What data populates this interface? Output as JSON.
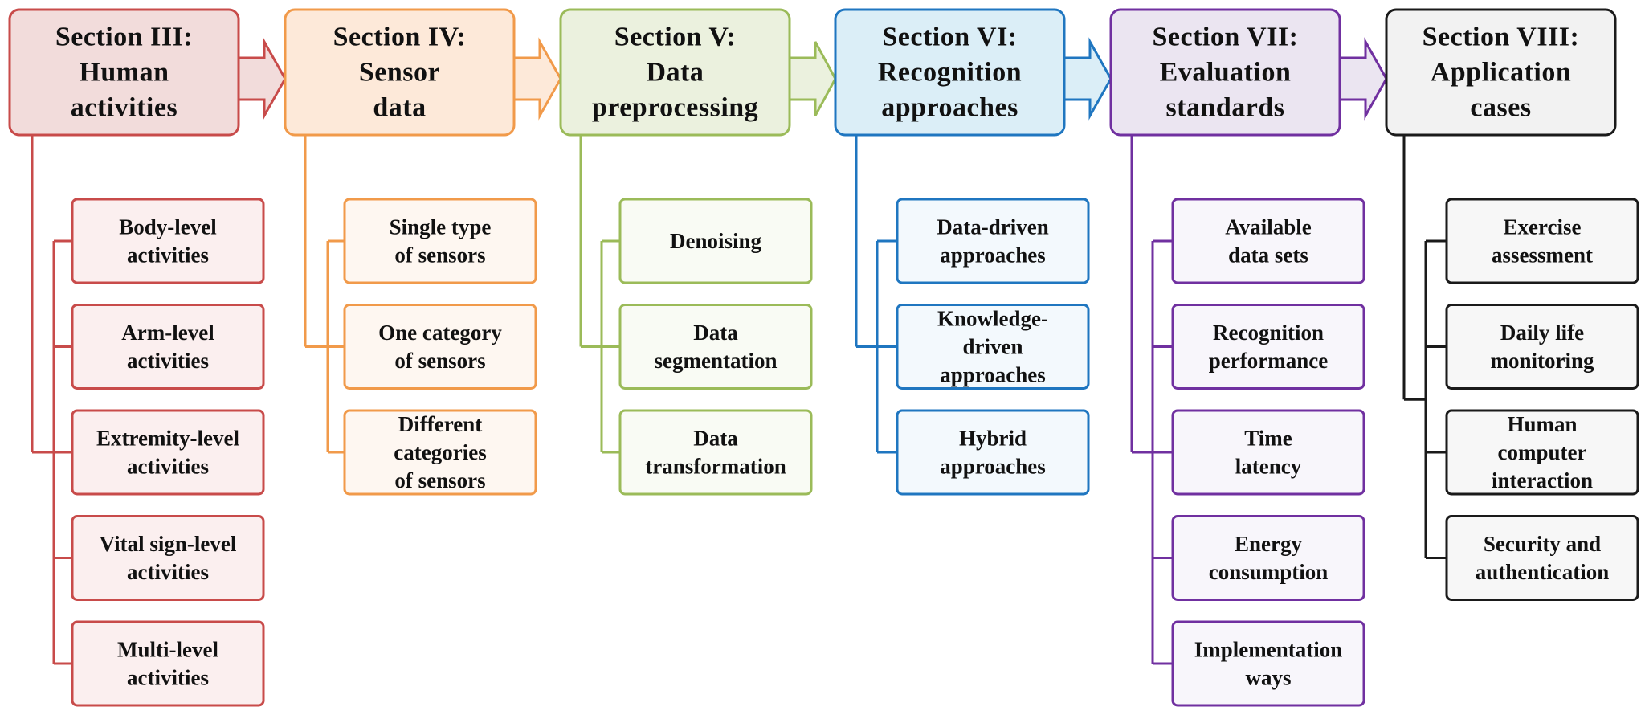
{
  "sections": [
    {
      "title_lines": [
        "Section III:",
        "Human",
        "activities"
      ],
      "color": "#c84b4a",
      "fill": "#f2dcdb",
      "item_fill": "#fbefef",
      "items": [
        {
          "lines": [
            "Body-level",
            "activities"
          ]
        },
        {
          "lines": [
            "Arm-level",
            "activities"
          ]
        },
        {
          "lines": [
            "Extremity-level",
            "activities"
          ]
        },
        {
          "lines": [
            "Vital sign-level",
            "activities"
          ]
        },
        {
          "lines": [
            "Multi-level",
            "activities"
          ]
        }
      ]
    },
    {
      "title_lines": [
        "Section IV:",
        "Sensor",
        "data"
      ],
      "color": "#f19a4a",
      "fill": "#fde9d9",
      "item_fill": "#fef7f1",
      "items": [
        {
          "lines": [
            "Single type",
            "of sensors"
          ]
        },
        {
          "lines": [
            "One category",
            "of sensors"
          ]
        },
        {
          "lines": [
            "Different",
            "categories",
            "of sensors"
          ]
        }
      ]
    },
    {
      "title_lines": [
        "Section V:",
        "Data",
        "preprocessing"
      ],
      "color": "#9bbb59",
      "fill": "#ebf1de",
      "item_fill": "#f9fbf4",
      "items": [
        {
          "lines": [
            "Denoising"
          ]
        },
        {
          "lines": [
            "Data",
            "segmentation"
          ]
        },
        {
          "lines": [
            "Data",
            "transformation"
          ]
        }
      ]
    },
    {
      "title_lines": [
        "Section VI:",
        "Recognition",
        "approaches"
      ],
      "color": "#1f76c0",
      "fill": "#dbeef7",
      "item_fill": "#f3f9fd",
      "items": [
        {
          "lines": [
            "Data-driven",
            "approaches"
          ]
        },
        {
          "lines": [
            "Knowledge-",
            "driven",
            "approaches"
          ]
        },
        {
          "lines": [
            "Hybrid",
            "approaches"
          ]
        }
      ]
    },
    {
      "title_lines": [
        "Section VII:",
        "Evaluation",
        "standards"
      ],
      "color": "#7030a0",
      "fill": "#ebe5f1",
      "item_fill": "#f8f6fb",
      "items": [
        {
          "lines": [
            "Available",
            "data sets"
          ]
        },
        {
          "lines": [
            "Recognition",
            "performance"
          ]
        },
        {
          "lines": [
            "Time",
            "latency"
          ]
        },
        {
          "lines": [
            "Energy",
            "consumption"
          ]
        },
        {
          "lines": [
            "Implementation",
            "ways"
          ]
        }
      ]
    },
    {
      "title_lines": [
        "Section VIII:",
        "Application",
        "cases"
      ],
      "color": "#1a1a1a",
      "fill": "#f2f2f2",
      "item_fill": "#f7f7f7",
      "items": [
        {
          "lines": [
            "Exercise",
            "assessment"
          ]
        },
        {
          "lines": [
            "Daily life",
            "monitoring"
          ]
        },
        {
          "lines": [
            "Human",
            "computer",
            "interaction"
          ]
        },
        {
          "lines": [
            "Security and",
            "authentication"
          ]
        }
      ]
    }
  ]
}
